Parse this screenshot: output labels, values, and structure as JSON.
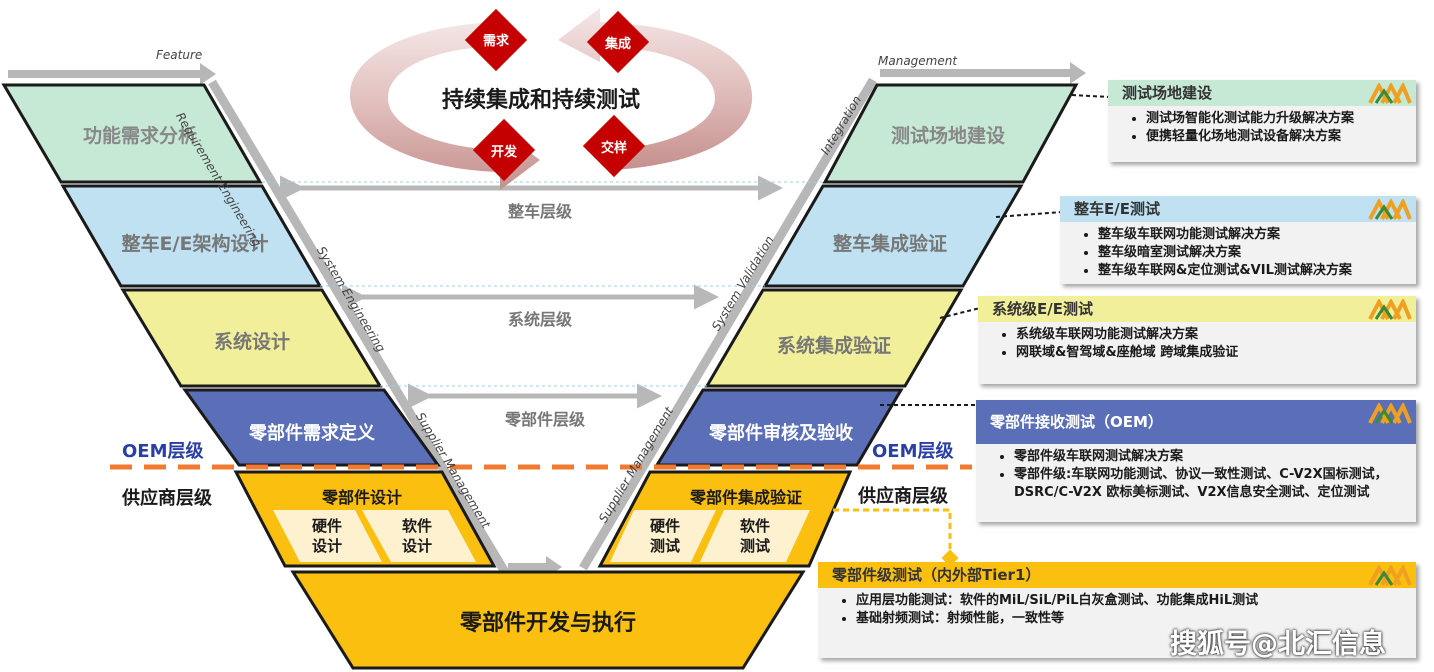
{
  "cycle": {
    "title": "持续集成和持续测试",
    "labels": [
      "需求",
      "集成",
      "开发",
      "交样"
    ]
  },
  "left_stages": [
    "功能需求分析",
    "整车E/E架构设计",
    "系统设计",
    "零部件需求定义",
    "零部件设计"
  ],
  "right_stages": [
    "测试场地建设",
    "整车集成验证",
    "系统集成验证",
    "零部件审核及验收",
    "零部件集成验证"
  ],
  "bottom_stage": "零部件开发与执行",
  "left_sub": [
    "硬件\n设计",
    "软件\n设计"
  ],
  "right_sub": [
    "硬件\n测试",
    "软件\n测试"
  ],
  "levels": [
    "整车层级",
    "系统层级",
    "零部件层级"
  ],
  "side_labels": {
    "oem_left": "OEM层级",
    "supplier_left": "供应商层级",
    "oem_right": "OEM层级",
    "supplier_right": "供应商层级"
  },
  "flow_labels": {
    "feature": "Feature",
    "requirement": "Requirement Engineering",
    "system_eng": "System Engineering",
    "supplier_mgmt_left": "Supplier Management",
    "supplier_mgmt_right": "Supplier Management",
    "system_val": "System Validation",
    "integration": "Integration",
    "management": "Management"
  },
  "boxes": [
    {
      "title": "测试场地建设",
      "items": [
        "测试场智能化测试能力升级解决方案",
        "便携轻量化场地测试设备解决方案"
      ]
    },
    {
      "title": "整车E/E测试",
      "items": [
        "整车级车联网功能测试解决方案",
        "整车级暗室测试解决方案",
        "整车级车联网&定位测试&VIL测试解决方案"
      ]
    },
    {
      "title": "系统级E/E测试",
      "items": [
        "系统级车联网功能测试解决方案",
        "网联域&智驾域&座舱域 跨域集成验证"
      ]
    },
    {
      "title": "零部件接收测试（OEM）",
      "items": [
        "零部件级车联网测试解决方案",
        "零部件级:车联网功能测试、协议一致性测试、C-V2X国标测试，DSRC/C-V2X 欧标美标测试、V2X信息安全测试、定位测试"
      ]
    },
    {
      "title": "零部件级测试（内外部Tier1）",
      "items": [
        "应用层功能测试：软件的MiL/SiL/PiL白灰盒测试、功能集成HiL测试",
        "基础射频测试：射频性能，一致性等"
      ]
    }
  ],
  "watermark": "搜狐号@北汇信息",
  "colors": {
    "green": "#c6e9d5",
    "blue": "#bfe1f2",
    "yellow": "#f2ef9a",
    "navy": "#5b6fb8",
    "orange": "#fbbf10",
    "cycle": "#c99a98",
    "red": "#c40000",
    "dashed": "#f07a30"
  }
}
